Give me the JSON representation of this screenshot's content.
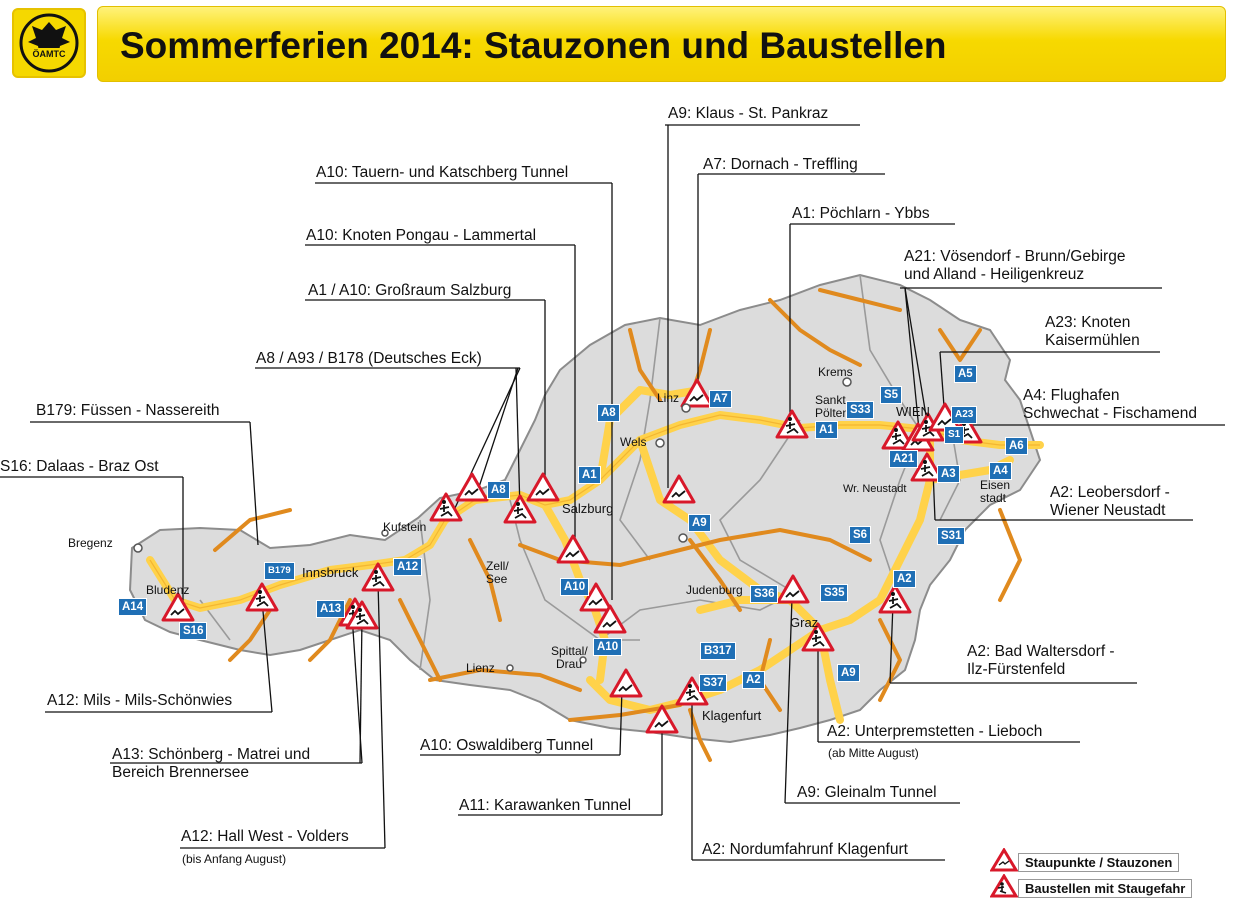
{
  "header": {
    "logo_text": "ÖAMTC",
    "title": "Sommerferien 2014: Stauzonen und Baustellen"
  },
  "colors": {
    "header_yellow": "#f7d900",
    "road_badge_blue": "#1f6fb5",
    "warning_red": "#d8182a",
    "major_road_orange": "#e08a1e",
    "highway_yellow": "#ffd24a",
    "country_fill": "#dcdcdc"
  },
  "callouts": [
    {
      "id": "a9-klaus",
      "text": "A9: Klaus - St. Pankraz"
    },
    {
      "id": "a10-tauern",
      "text": "A10: Tauern- und Katschberg Tunnel"
    },
    {
      "id": "a7-dornach",
      "text": "A7: Dornach - Treffling"
    },
    {
      "id": "a1-poechlarn",
      "text": "A1: Pöchlarn - Ybbs"
    },
    {
      "id": "a10-pongau",
      "text": "A10: Knoten Pongau - Lammertal"
    },
    {
      "id": "a21",
      "line1": "A21: Vösendorf - Brunn/Gebirge",
      "line2": "und Alland - Heiligenkreuz"
    },
    {
      "id": "a1-a10-salzburg",
      "text": "A1 / A10: Großraum Salzburg"
    },
    {
      "id": "a23",
      "line1": "A23: Knoten",
      "line2": "Kaisermühlen"
    },
    {
      "id": "a8-a93",
      "text": "A8 / A93 / B178 (Deutsches Eck)"
    },
    {
      "id": "a4",
      "line1": "A4: Flughafen",
      "line2": "Schwechat - Fischamend"
    },
    {
      "id": "b179",
      "text": "B179: Füssen - Nassereith"
    },
    {
      "id": "s16",
      "text": "S16: Dalaas - Braz Ost"
    },
    {
      "id": "a2-leobersdorf",
      "line1": "A2: Leobersdorf -",
      "line2": "Wiener Neustadt"
    },
    {
      "id": "a2-waltersdorf",
      "line1": "A2: Bad Waltersdorf -",
      "line2": "Ilz-Fürstenfeld"
    },
    {
      "id": "a12-mils",
      "text": "A12: Mils - Mils-Schönwies"
    },
    {
      "id": "a2-unterpremstetten",
      "text": "A2: Unterpremstetten - Lieboch"
    },
    {
      "id": "a13",
      "line1": "A13: Schönberg - Matrei und",
      "line2": "Bereich Brennersee"
    },
    {
      "id": "a10-oswaldiberg",
      "text": "A10: Oswaldiberg Tunnel"
    },
    {
      "id": "a9-gleinalm",
      "text": "A9: Gleinalm Tunnel"
    },
    {
      "id": "a11",
      "text": "A11: Karawanken Tunnel"
    },
    {
      "id": "a12-hall",
      "text": "A12: Hall West - Volders"
    },
    {
      "id": "a2-nord",
      "text": "A2: Nordumfahrunf Klagenfurt"
    }
  ],
  "notes": {
    "unterpremstetten_note": "(ab Mitte August)",
    "hall_note": "(bis Anfang August)"
  },
  "cities": {
    "bregenz": "Bregenz",
    "bludenz": "Bludenz",
    "innsbruck": "Innsbruck",
    "kufstein": "Kufstein",
    "zell": "Zell/",
    "see": "See",
    "salzburg": "Salzburg",
    "linz": "Linz",
    "wels": "Wels",
    "krems": "Krems",
    "sankt": "Sankt",
    "poelten": "Pölten",
    "wien": "WIEN",
    "wr_neustadt": "Wr. Neustadt",
    "eisen": "Eisen",
    "stadt": "stadt",
    "judenburg": "Judenburg",
    "graz": "Graz",
    "spittal": "Spittal/",
    "drau": "Drau",
    "lienz": "Lienz",
    "klagenfurt": "Klagenfurt"
  },
  "roads": {
    "a1_a": "A1",
    "a1_b": "A1",
    "a2_a": "A2",
    "a2_b": "A2",
    "a3": "A3",
    "a4": "A4",
    "a5": "A5",
    "a6": "A6",
    "a7": "A7",
    "a8_a": "A8",
    "a8_b": "A8",
    "a9_a": "A9",
    "a9_b": "A9",
    "a10_a": "A10",
    "a10_b": "A10",
    "a12": "A12",
    "a13": "A13",
    "a14": "A14",
    "a21": "A21",
    "a23": "A23",
    "s1": "S1",
    "s5": "S5",
    "s6": "S6",
    "s16": "S16",
    "s31": "S31",
    "s33": "S33",
    "s35": "S35",
    "s36": "S36",
    "s37": "S37",
    "b179": "B179",
    "b317": "B317"
  },
  "legend": {
    "stau": "Staupunkte / Stauzonen",
    "baustellen": "Baustellen mit Staugefahr"
  }
}
